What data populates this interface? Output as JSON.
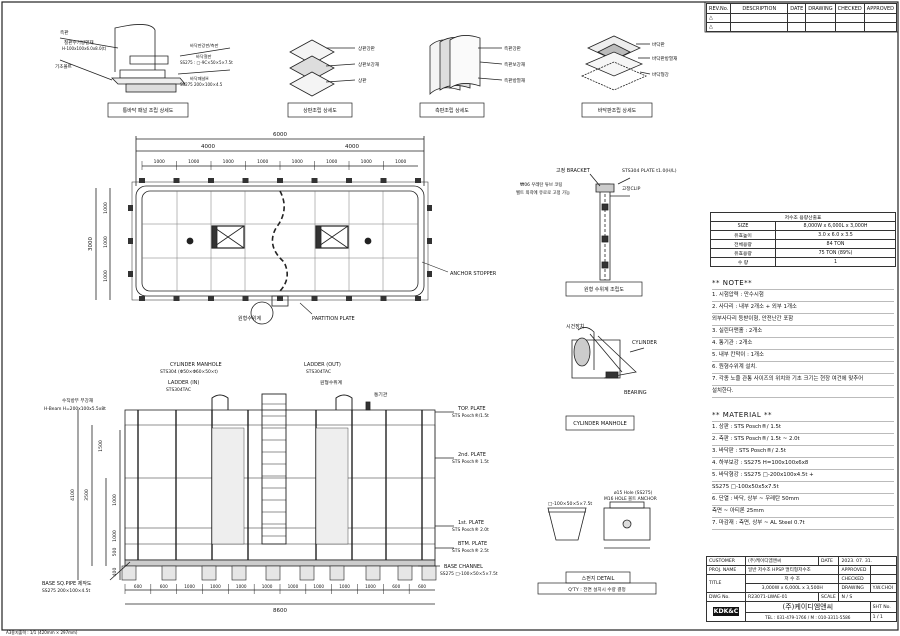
{
  "revision_table": {
    "headers": [
      "REV.No.",
      "DESCRIPTION",
      "DATE",
      "DRAWING",
      "CHECKED",
      "APPROVED"
    ],
    "rows": [
      "△",
      "△"
    ]
  },
  "detail_views": {
    "v1": {
      "title": "통바닥 패널 조립 상세도",
      "labels": [
        "측판",
        "철판수기방열재",
        "H-100x100x6.0x8.0(t)",
        "기초볼트",
        "바닥판강판/측판",
        "바닥철판",
        "SS275 : □-9C×50×5×7.5t",
        "바닥패널H",
        "SS275 200×100×4.5"
      ]
    },
    "v2": {
      "title": "상판조립 상세도",
      "labels": [
        "상판강판",
        "상판보강재",
        "상판"
      ]
    },
    "v3": {
      "title": "측판조립 상세도",
      "labels": [
        "측판강판",
        "측판보강재",
        "측판방열재"
      ]
    },
    "v4": {
      "title": "바닥판조립 상세도",
      "labels": [
        "바닥판",
        "바닥판방열재",
        "바닥형강"
      ]
    }
  },
  "plan": {
    "overall": "6000",
    "halves": [
      "4000",
      "4000"
    ],
    "spans": [
      "1000",
      "1000",
      "1000",
      "1000",
      "1000",
      "1000",
      "1000",
      "1000"
    ],
    "vertical": [
      "1000",
      "1000",
      "1000"
    ],
    "vertical_total": "3000",
    "labels": {
      "manhole": "원형수위계",
      "partition": "PARTITION PLATE",
      "anchor": "ANCHOR STOPPER"
    }
  },
  "gauge_detail": {
    "labels": [
      "고정 BRACKET",
      "STS304 PLATE t1.0(H/L)",
      "₩06 우레탄 튜브 코팅",
      "벨트 외곽에 유로로 고정 가능",
      "고정CLIP"
    ],
    "title": "원형 수위계 조립도"
  },
  "manhole_detail": {
    "labels": [
      "시건장치",
      "CYLINDER",
      "BEARING"
    ],
    "title": "CYLINDER MANHOLE"
  },
  "elevation": {
    "labels": {
      "cylinder_manhole": "CYLINDER MANHOLE",
      "cylinder_spec": "STS304 (Φ50×Φ60×50×t)",
      "ladder_in": "LADDER (IN)",
      "ladder_in_spec": "STS304TAC",
      "ladder_out": "LADDER (OUT)",
      "ladder_out_spec": "STS304TAC",
      "water_gauge": "원형수위계",
      "vent": "통기관",
      "beam": "수직방부 부강재",
      "beam_spec": "H-Beam H=200x100x5.5x8t",
      "top_plate": "TOP. PLATE",
      "top_spec": "STS Posch®/1.5t",
      "second_plate": "2nd. PLATE",
      "second_spec": "STS Posch® 1.5t",
      "first_plate": "1st. PLATE",
      "first_spec": "STS Posch® 2.0t",
      "btm_plate": "BTM. PLATE",
      "btm_spec": "STS Posch® 2.5t",
      "base_pipe": "BASE SQ.PIPE 제작도",
      "base_pipe_spec": "SS275 200×100×4.5t",
      "base_channel": "BASE CHANNEL",
      "base_channel_spec": "SS275 □-100×50×5×7.5t"
    },
    "vertical_dims": [
      "4100",
      "3500",
      "1500",
      "1000",
      "1000",
      "500",
      "400"
    ],
    "bottom_spans": [
      "600",
      "600",
      "1000",
      "1000",
      "1000",
      "1000",
      "1000",
      "1000",
      "1000",
      "1000",
      "600",
      "600"
    ],
    "overall": "8600"
  },
  "small_details": {
    "channel": "□-100×50×5×7.5t",
    "anchor_plate": "ø15 Hole (SS275)",
    "anchor_note": "M16 HOLE 볼트 ANCHOR",
    "title": "스펀지 DETAIL",
    "qty": "Q'TY : 전면 설치시 수량 결정"
  },
  "spec_table": {
    "title": "저수조 용량산출표",
    "rows": [
      [
        "SIZE",
        "8,000W x 6,000L x 3,000H"
      ],
      [
        "유효높이",
        "3.0 x 6.0 x 3.5"
      ],
      [
        "전체용량",
        "84 TON"
      ],
      [
        "유효용량",
        "75 TON (89%)"
      ],
      [
        "수 량",
        "1"
      ]
    ]
  },
  "notes": {
    "title": "** NOTE**",
    "items": [
      "1. 시험압력 : 만수시험",
      "2. 사다리 : 내부 2개소 + 외부 1개소",
      "      외부사다리 등받이형, 안전난간 포함",
      "3. 실린더맨홀 : 2개소",
      "4. 통기관 : 2개소",
      "5. 내부 칸막이 : 1개소",
      "6. 원형수위계 설치.",
      "7. 각종 노즐 관통 사이즈의 위치와 기초 크기는 현장 여건에 맞추어",
      "   설치한다."
    ]
  },
  "material": {
    "title": "** MATERIAL **",
    "items": [
      "1. 상판 : STS Posch®/ 1.5t",
      "2. 측판 : STS Posch®/ 1.5t ~ 2.0t",
      "3. 바닥판 : STS Posch®/ 2.5t",
      "4. 하부보강 : SS275 H=100x100x6x8",
      "5. 바닥형강 : SS275 □-200x100x4.5t +",
      "       SS275 □-100x50x5x7.5t",
      "6. 단열 : 바닥, 상부 ~ 우레탄 50mm",
      "        측면 ~ 아티론 25mm",
      "7. 마감재 : 측면, 상부 ~ AL Steel 0.7t"
    ]
  },
  "title_block": {
    "customer_label": "CUSTOMER",
    "customer": "(주)케이디엠앤씨",
    "date_label": "DATE",
    "date": "2023. 07. 31.",
    "proj_label": "PROJ. NAME",
    "proj": "일반 저수조 HPSP 멀티형저수조",
    "approved_label": "APPROVED",
    "approved": "",
    "title_label": "TITLE",
    "title_lines": [
      "저 수 조",
      "3,000W x 6,000L x 3,500H"
    ],
    "checked_label": "CHECKED",
    "drawn_label": "DRAWING",
    "drawn": "Y.W.CHOI",
    "dwg_label": "DWG No.",
    "dwg": "R23071-LWAE-01",
    "scale_label": "SCALE",
    "scale": "N / S",
    "company": "(주)케이디엠앤씨",
    "logo": "KDK&C",
    "phone": "TEL : 031-479-1766  /  M : 010-3311-5586",
    "sheet_label": "SHT No.",
    "sheet": "1 / 1"
  },
  "footer": "A3용지출력 : 1/1 (420mm × 297mm)"
}
